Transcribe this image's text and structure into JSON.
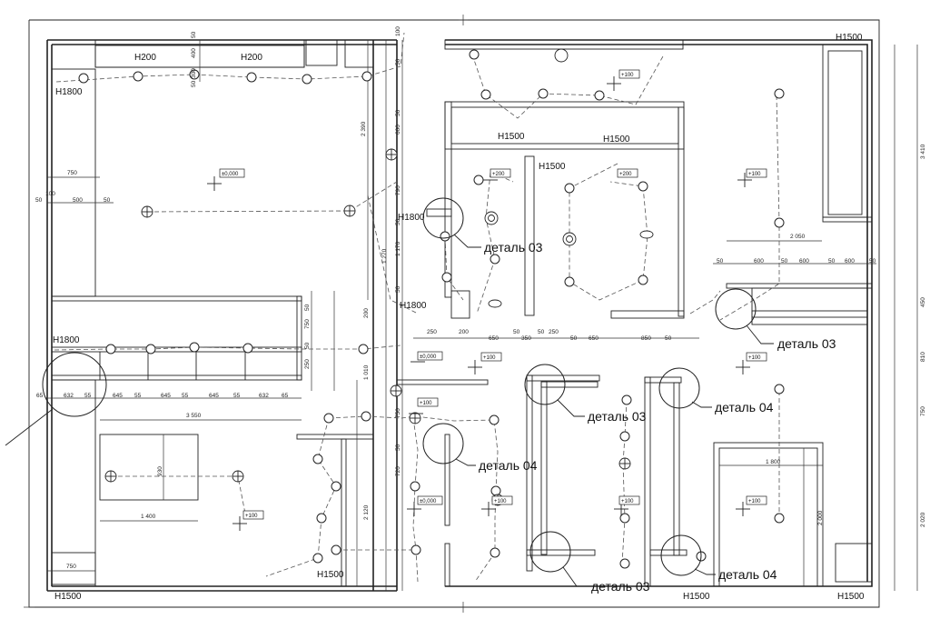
{
  "callouts": [
    {
      "label": "деталь 03"
    },
    {
      "label": "деталь 03"
    },
    {
      "label": "деталь 03"
    },
    {
      "label": "деталь 04"
    },
    {
      "label": "деталь 04"
    },
    {
      "label": "деталь 03"
    },
    {
      "label": "деталь 04"
    }
  ],
  "heights": [
    "H200",
    "H200",
    "H1800",
    "H1800",
    "H1500",
    "H1500",
    "H1500",
    "H1500",
    "H1800",
    "H1800",
    "H1500",
    "H1500",
    "H1500",
    "H1500"
  ],
  "levels": [
    "±0,000",
    "+100",
    "+200",
    "+200",
    "+100",
    "±0,000",
    "+100",
    "+100",
    "+100",
    "±0,000",
    "+100",
    "+100",
    "+100",
    "+100"
  ],
  "dims_h": [
    "750",
    "100",
    "50",
    "500",
    "50",
    "65",
    "632",
    "55",
    "645",
    "55",
    "645",
    "55",
    "645",
    "55",
    "632",
    "65",
    "3 550",
    "1 400",
    "750",
    "2 050",
    "50",
    "600",
    "50",
    "600",
    "50",
    "600",
    "50",
    "250",
    "200",
    "50",
    "650",
    "350",
    "250",
    "50",
    "650",
    "50",
    "850",
    "50",
    "1 800"
  ],
  "dims_v": [
    "400",
    "50",
    "300",
    "50",
    "2 390",
    "50",
    "100",
    "600",
    "50",
    "790",
    "50",
    "1 270",
    "50",
    "200",
    "50",
    "750",
    "50",
    "250",
    "1 010",
    "930",
    "750",
    "50",
    "720",
    "2 120",
    "3 410",
    "450",
    "810",
    "750",
    "2 020",
    "2 000",
    "1 170"
  ]
}
